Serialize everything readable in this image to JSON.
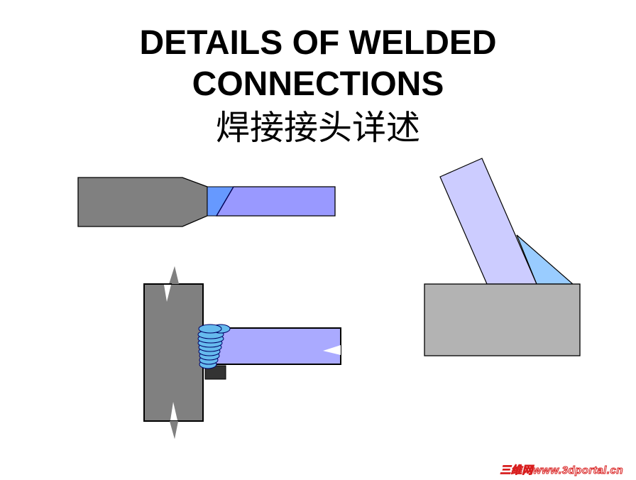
{
  "title": {
    "line1": "DETAILS OF WELDED",
    "line2": "CONNECTIONS",
    "line3": "焊接接头详述"
  },
  "diagrams": [
    {
      "name": "butt-joint-tapered",
      "description": "Tapered thick plate butt-welded to thinner plate with single bevel weld"
    },
    {
      "name": "t-joint-multi-pass",
      "description": "Plate welded perpendicular to column with multi-pass fillet weld beads and backing bar"
    },
    {
      "name": "skewed-t-joint",
      "description": "Inclined plate fillet-welded onto base plate"
    }
  ],
  "colors": {
    "dark_steel": "#808080",
    "light_steel": "#b3b3b3",
    "plate_purple": "#9999ff",
    "plate_lavender": "#ccccff",
    "plate_lilac": "#aaaaff",
    "weld_blue": "#6699ff",
    "weld_bead": "#66bbee",
    "fillet_blue": "#99ccff",
    "backing_bar": "#333333",
    "watermark_red": "#d81e1e"
  },
  "watermark": "三维网www.3dportal.cn"
}
